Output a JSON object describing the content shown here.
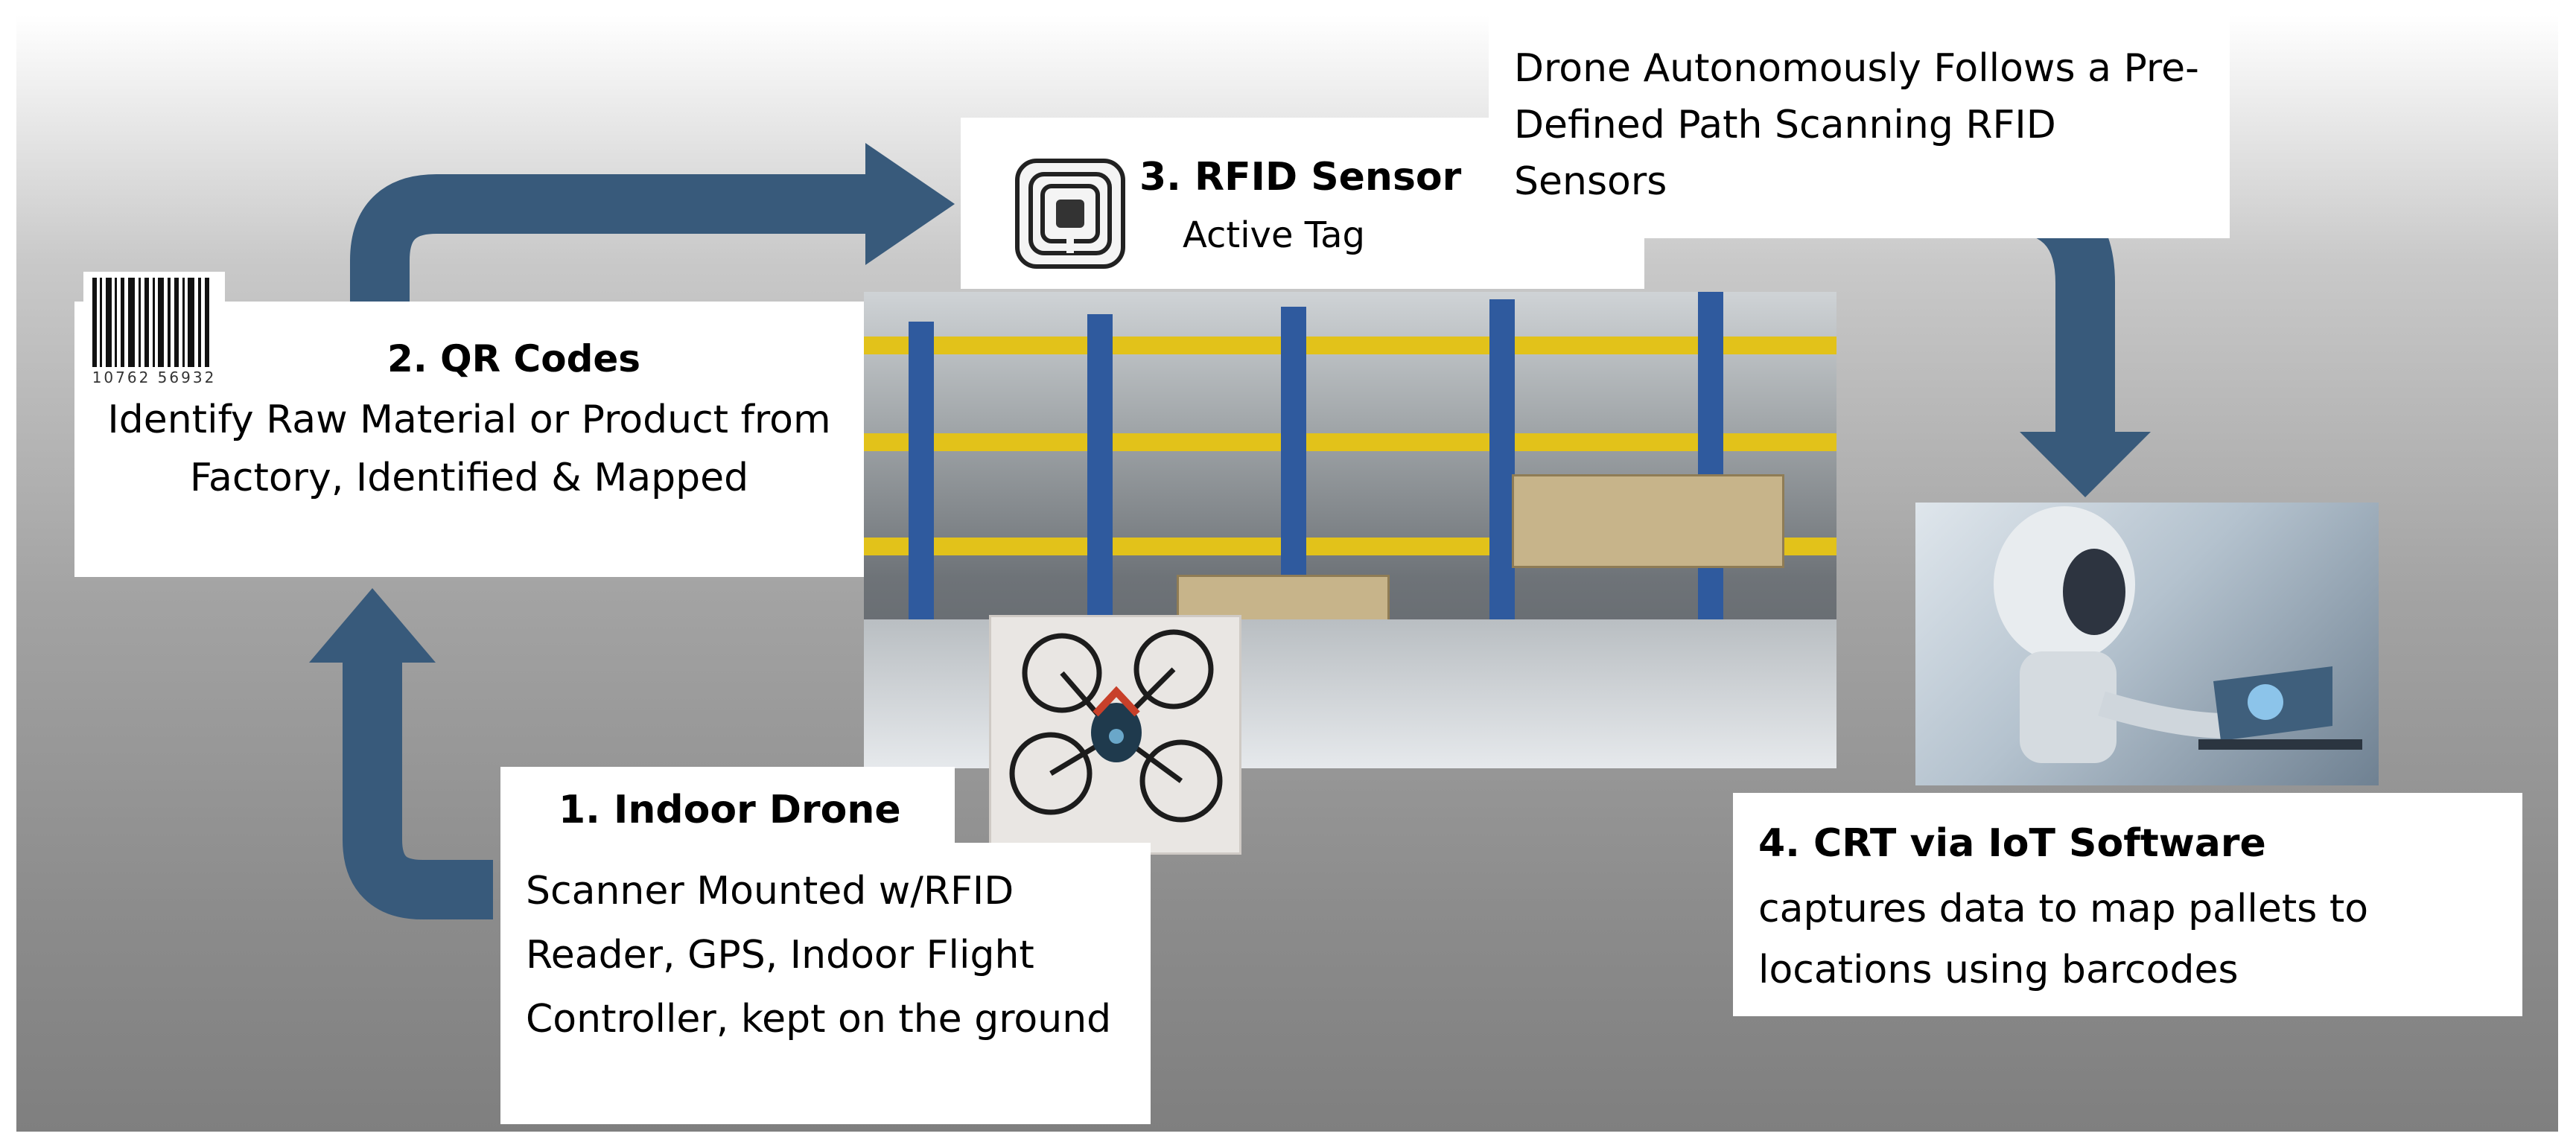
{
  "step1": {
    "title": "1. Indoor Drone",
    "body": "Scanner Mounted w/RFID Reader, GPS, Indoor Flight Controller, kept on the ground"
  },
  "step2": {
    "title": "2. QR Codes",
    "body": "Identify Raw Material or Product from Factory, Identified & Mapped",
    "barcode_number": "10762 56932"
  },
  "step3": {
    "title": "3. RFID Sensor",
    "subtitle": "Active Tag"
  },
  "path_note": "Drone Autonomously Follows a Pre-Defined Path Scanning RFID Sensors",
  "step4": {
    "title": "4. CRT via IoT Software",
    "body": "captures data to map pallets to locations using barcodes"
  },
  "colors": {
    "arrow": "#385a7b",
    "arrow_stroke": "#2b465f",
    "box": "#ffffff"
  }
}
